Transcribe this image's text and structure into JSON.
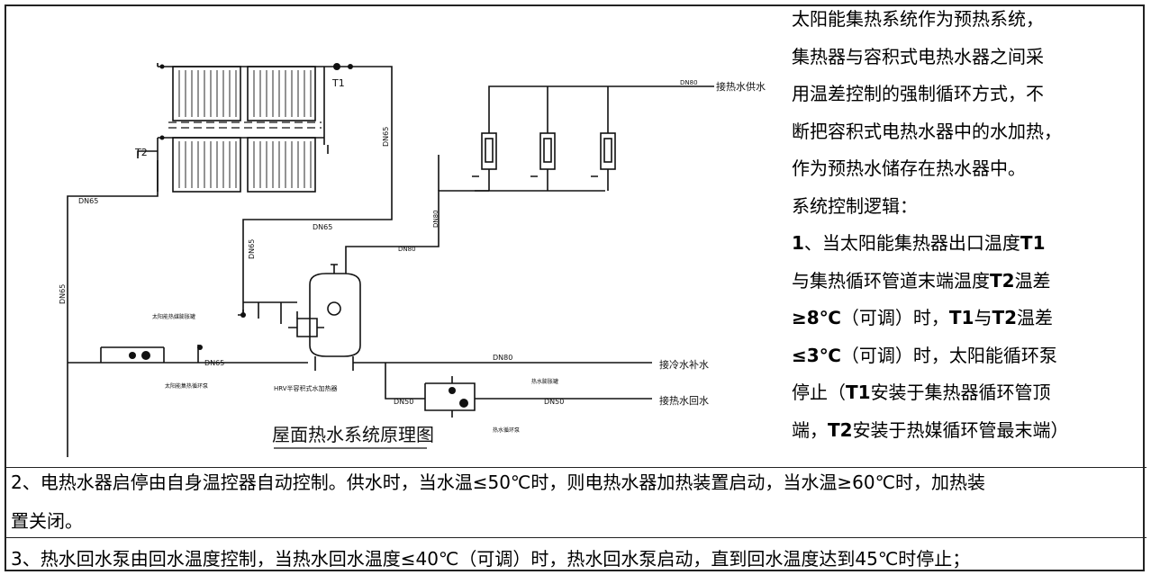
{
  "diagram": {
    "title": "屋面热水系统原理图",
    "labels": {
      "t1": "T1",
      "t2": "T2",
      "dn65": "DN65",
      "dn80": "DN80",
      "dn50": "DN50",
      "hot_water_supply": "接热水供水",
      "cold_water_makeup": "接冷水补水",
      "hot_water_return": "接热水回水",
      "solar_expansion_tank": "太阳能热媒膨胀罐",
      "solar_circ_pump": "太阳能集热循环泵",
      "hot_expansion_tank": "热水膨胀罐",
      "hot_circ_pump": "热水循环泵",
      "hrv": "HRV半容积式水加热器"
    }
  },
  "right_text": [
    {
      "text": "太阳能集热系统作为预热系统，",
      "bold": false
    },
    {
      "text": "集热器与容积式电热水器之间采",
      "bold": false
    },
    {
      "text": "用温差控制的强制循环方式，不",
      "bold": false
    },
    {
      "text": "断把容积式电热水器中的水加热，",
      "bold": false
    },
    {
      "text": "作为预热水储存在热水器中。",
      "bold": false
    },
    {
      "text": "系统控制逻辑：",
      "bold": false
    },
    {
      "text": "1、当太阳能集热器出口温度T1",
      "bold": true
    },
    {
      "text": "与集热循环管道末端温度T2温差",
      "bold": true
    },
    {
      "text": "≥8℃（可调）时，T1与T2温差",
      "bold": true
    },
    {
      "text": "≤3℃（可调）时，太阳能循环泵",
      "bold": true
    },
    {
      "text": "停止（T1安装于集热器循环管顶",
      "bold": true
    },
    {
      "text": "端，T2安装于热媒循环管最末端）",
      "bold": true
    }
  ],
  "bottom_text": [
    "2、电热水器启停由自身温控器自动控制。供水时，当水温≤50℃时，则电热水器加热装置启动，当水温≥60℃时，加热装",
    "置关闭。",
    "3、热水回水泵由回水温度控制，当热水回水温度≤40℃（可调）时，热水回水泵启动，直到回水温度达到45℃时停止；"
  ]
}
